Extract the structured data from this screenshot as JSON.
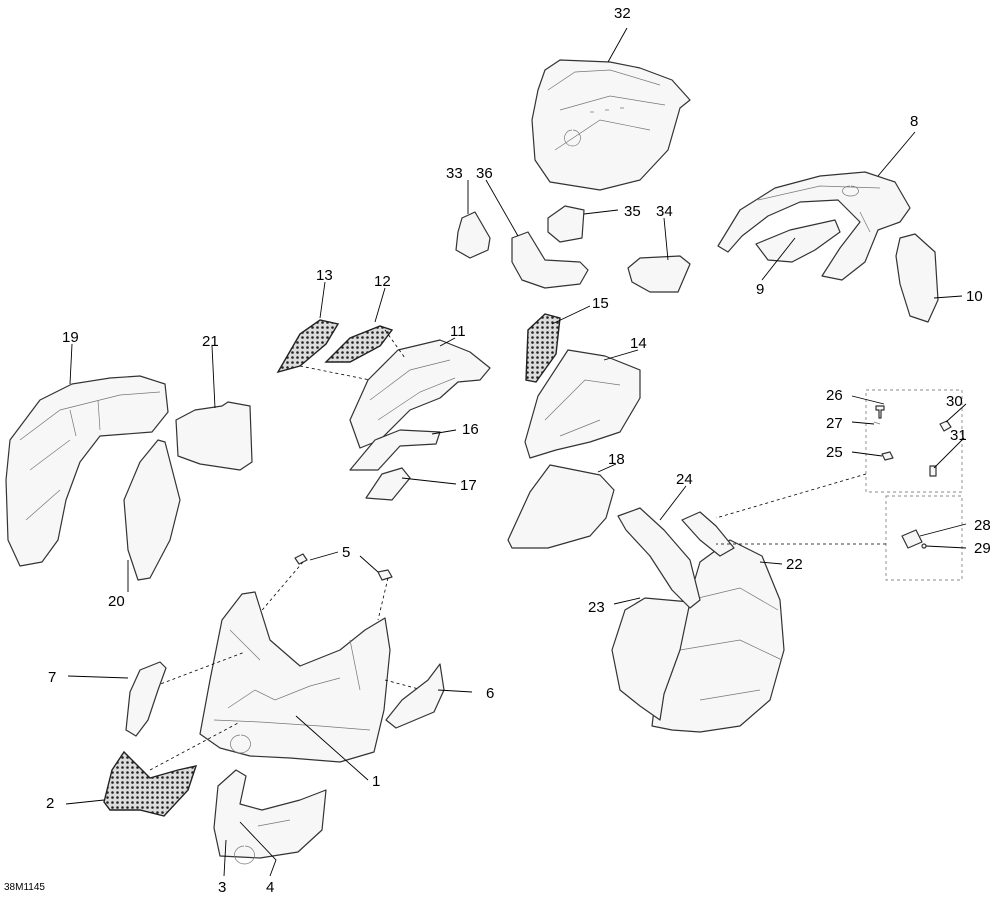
{
  "diagram": {
    "reference_code": "38M1145",
    "callouts": {
      "c1": "1",
      "c2": "2",
      "c3": "3",
      "c4": "4",
      "c5": "5",
      "c6": "6",
      "c7": "7",
      "c8": "8",
      "c9": "9",
      "c10": "10",
      "c11": "11",
      "c12": "12",
      "c13": "13",
      "c14": "14",
      "c15": "15",
      "c16": "16",
      "c17": "17",
      "c18": "18",
      "c19": "19",
      "c20": "20",
      "c21": "21",
      "c22": "22",
      "c23": "23",
      "c24": "24",
      "c25": "25",
      "c26": "26",
      "c27": "27",
      "c28": "28",
      "c29": "29",
      "c30": "30",
      "c31": "31",
      "c32": "32",
      "c33": "33",
      "c34": "34",
      "c35": "35",
      "c36": "36"
    }
  }
}
